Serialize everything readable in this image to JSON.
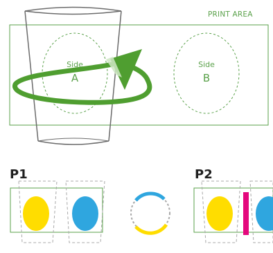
{
  "print_area": {
    "label": "PRINT AREA"
  },
  "sides": [
    {
      "title": "Side",
      "letter": "A"
    },
    {
      "title": "Side",
      "letter": "B"
    }
  ],
  "panels": [
    {
      "label": "P1"
    },
    {
      "label": "P2"
    }
  ],
  "colors": {
    "green": "#5aa14a",
    "arrow_green": "#4f9e30",
    "cup_outline": "#6b6b6b",
    "dash_gray": "#a8a8a8",
    "yellow": "#ffdd00",
    "blue": "#2fa6df",
    "magenta": "#e4087d"
  },
  "icons": {
    "rotation_arrow": "rotate-arrow-icon",
    "flip_cycle": "flip-cycle-icon"
  }
}
